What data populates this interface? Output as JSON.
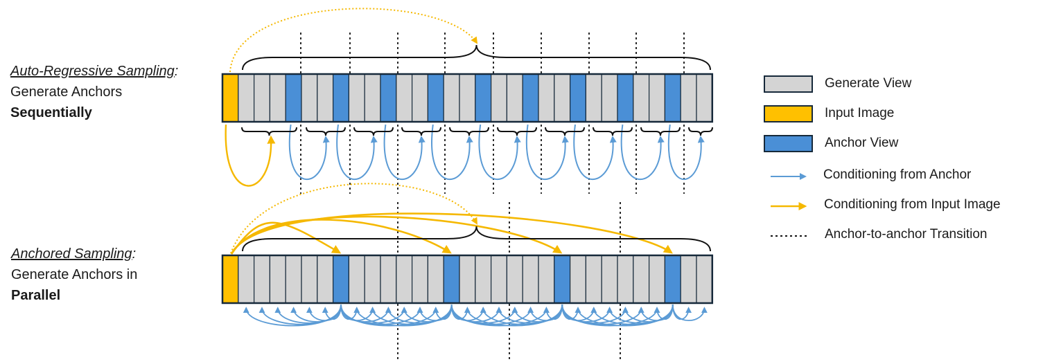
{
  "colors": {
    "generate": "#d4d4d4",
    "input": "#ffc000",
    "anchor": "#4a8fd6",
    "border": "#16293a",
    "blue_arrow": "#5b9bd5",
    "yellow_arrow": "#f5b800",
    "brace": "#111111"
  },
  "rows": {
    "autoregressive": {
      "title": "Auto-Regressive Sampling",
      "title_suffix": ":",
      "line2": "Generate Anchors",
      "line3": "Sequentially",
      "anchor_indices": [
        4,
        7,
        10,
        13,
        16,
        19,
        22,
        25,
        28
      ]
    },
    "anchored": {
      "title": "Anchored Sampling",
      "title_suffix": ":",
      "line2": "Generate Anchors in",
      "line3": "Parallel",
      "anchor_indices": [
        7,
        14,
        21,
        28
      ]
    }
  },
  "cell_count": 31,
  "legend": {
    "generate_view": "Generate View",
    "input_image": "Input Image",
    "anchor_view": "Anchor View",
    "cond_anchor": "Conditioning from Anchor",
    "cond_input": "Conditioning from Input Image",
    "transition": "Anchor-to-anchor Transition"
  }
}
